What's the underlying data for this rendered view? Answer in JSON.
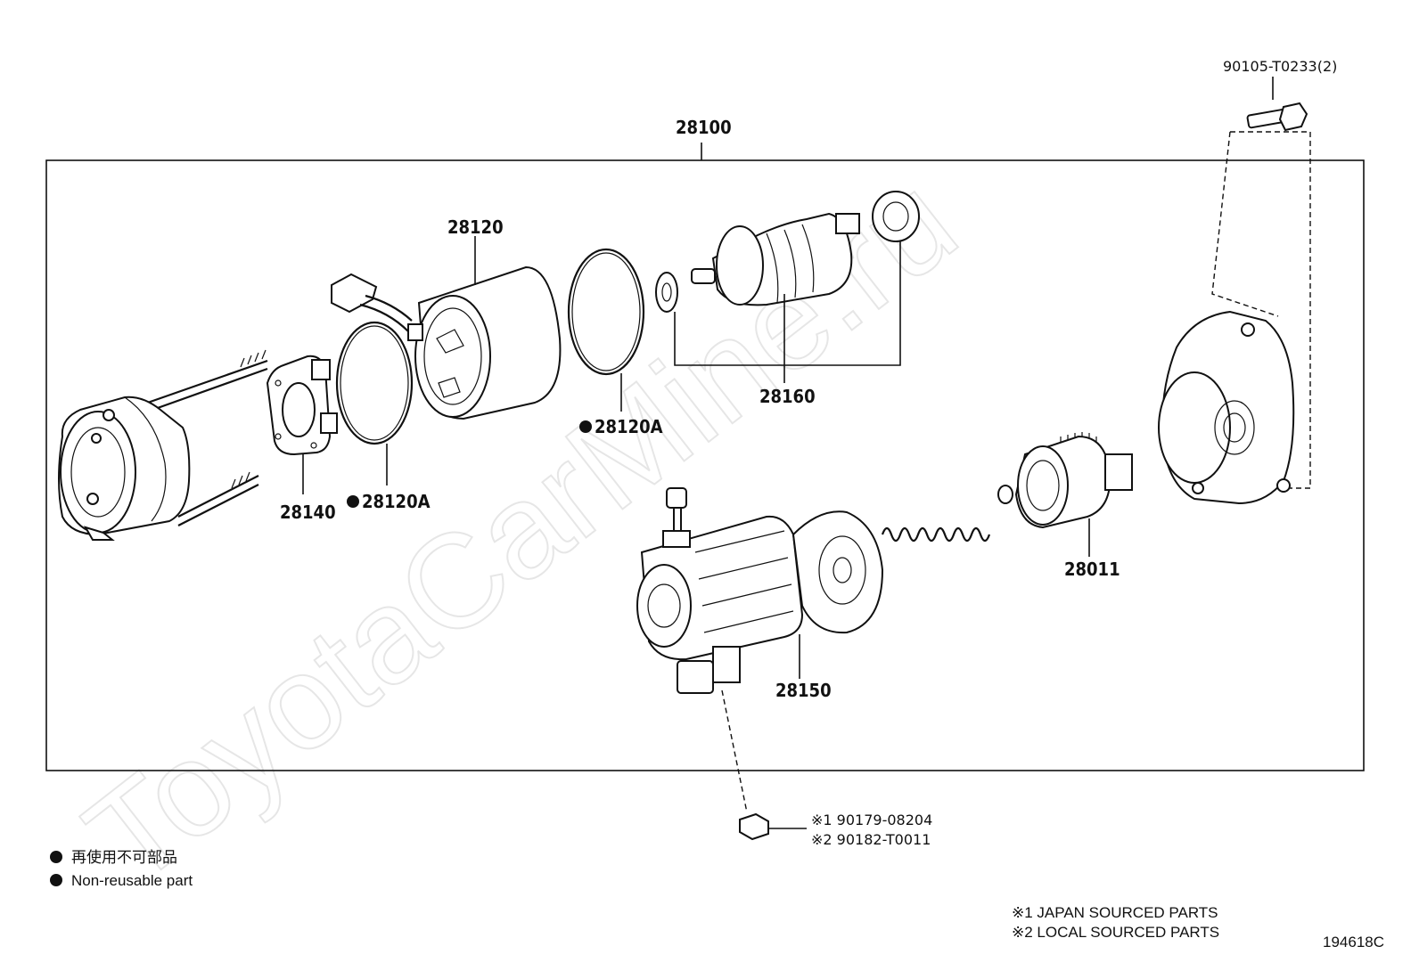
{
  "watermark": "ToyotaCarMine.ru",
  "assembly": {
    "part_number": "28100"
  },
  "callouts": {
    "p28120": "28120",
    "p28120A_upper": "28120A",
    "p28120A_lower": "28120A",
    "p28140": "28140",
    "p28160": "28160",
    "p28150": "28150",
    "p28011": "28011",
    "bolt_top": "90105-T0233(2)",
    "nut_j": "※1 90179-08204",
    "nut_l": "※2 90182-T0011"
  },
  "legend": {
    "line1": "再使用不可部品",
    "line2": "Non-reusable part"
  },
  "notes": {
    "japan": "※1 JAPAN SOURCED PARTS",
    "local": "※2 LOCAL SOURCED PARTS"
  },
  "diagram_id": "194618C"
}
